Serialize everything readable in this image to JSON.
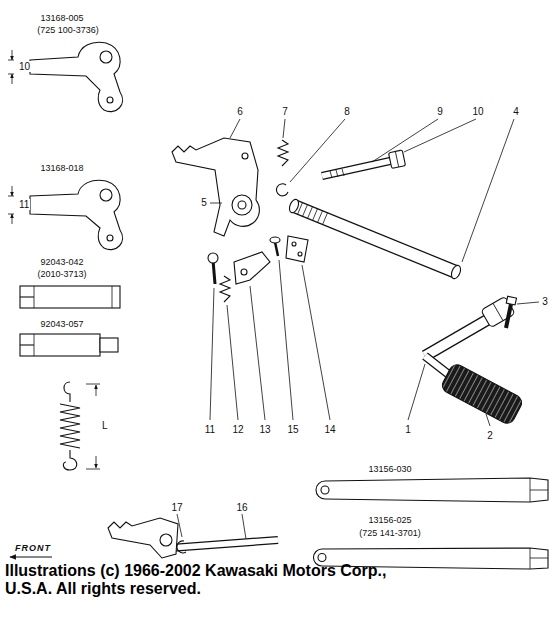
{
  "diagram": {
    "labels": [
      "13168-005",
      "(725 100-3736)",
      "10",
      "13168-018",
      "11",
      "92043-042",
      "(2010-3713)",
      "92043-057",
      "L",
      "6",
      "7",
      "8",
      "9",
      "10",
      "4",
      "5",
      "3",
      "11",
      "12",
      "13",
      "15",
      "14",
      "1",
      "2",
      "13156-030",
      "13156-025",
      "(725 141-3701)",
      "17",
      "16",
      "FRONT",
      "Illustrations (c) 1966-2002 Kawasaki Motors Corp., U.S.A. All rights reserved."
    ]
  }
}
